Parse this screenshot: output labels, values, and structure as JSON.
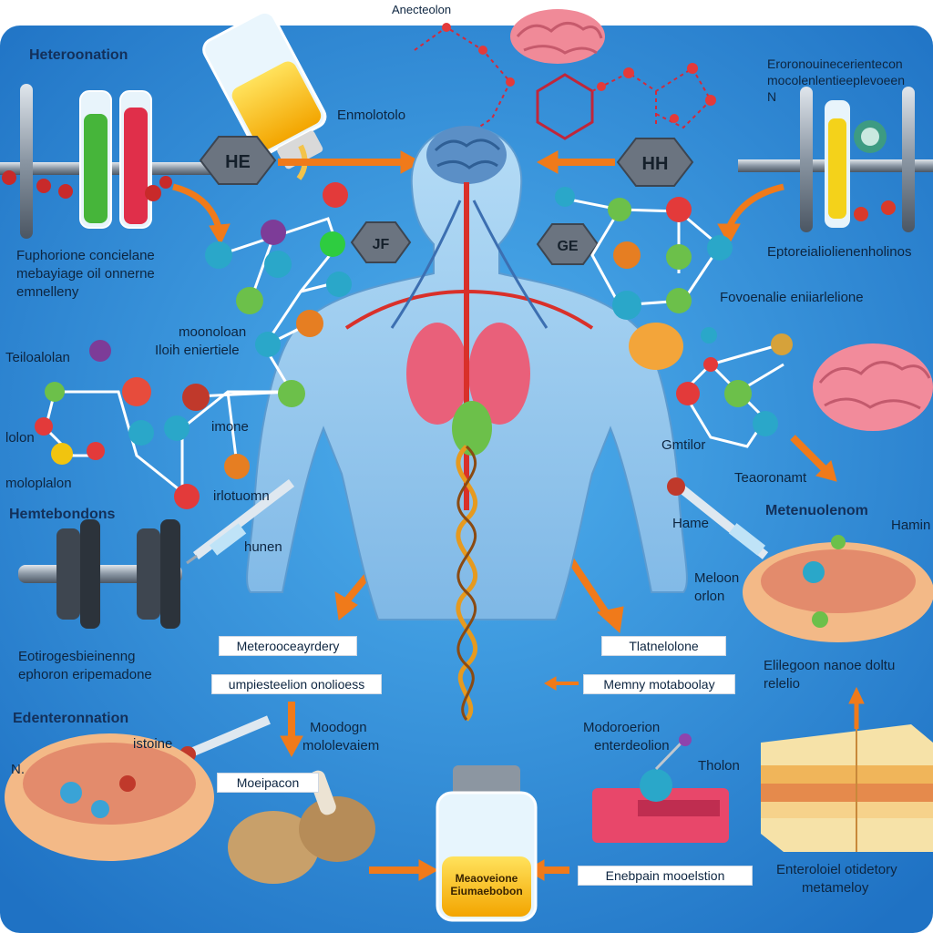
{
  "top_title": "Anecteolon",
  "hexagons": {
    "left": "HE",
    "right": "HH",
    "mid_left": "JF",
    "mid_right": "GE"
  },
  "labels": {
    "heteroonation": "Heteroonation",
    "vial_text": "Enmolotolo",
    "right_top_1": "Eroronouinecerientecon",
    "right_top_2": "mocolenlentieeplevoeen",
    "right_top_n": "N",
    "left_para_1": "Fuphorione concielane",
    "left_para_2": "mebayiage oil onnerne",
    "left_para_3": "emnelleny",
    "right_mid_1": "Eptoreialiolienenholinos",
    "right_mid_2": "Fovoenalie eniiarlelione",
    "teiloalolan": "Teiloalolan",
    "mid_left_1": "moonoloan",
    "mid_left_2": "Iloih eniertiele",
    "lolon": "lolon",
    "imone": "imone",
    "moloplalon": "moloplalon",
    "irlotuomn": "irlotuomn",
    "gmtilor": "Gmtilor",
    "teaoronamt": "Teaoronamt",
    "hembebondons": "Hemtebondons",
    "hunen": "hunen",
    "hame": "Hame",
    "metenuolenom": "Metenuolenom",
    "hamin": "Hamin",
    "melaon_1": "Meloon",
    "melaon_2": "orlon",
    "lower_left_1": "Eotirogesbieinenng",
    "lower_left_2": "ephoron eripemadone",
    "right_lower_1": "Elilegoon nanoe doltu",
    "right_lower_2": "relelio",
    "edenteronnation": "Edenteronnation",
    "istoine": "istoine",
    "n_small": "N.",
    "moodoan_1": "Moodogn",
    "moodoan_2": "mololevaiem",
    "modorcation_1": "Modoroerion",
    "modorcation_2": "enterdeolion",
    "tholon": "Tholon",
    "bottom_right_1": "Enteroloiel otidetory",
    "bottom_right_2": "metameloy"
  },
  "boxes": {
    "metenoceayrdery": "Meterooceayrdery",
    "tlatnelolone": "Tlatnelolone",
    "umpiesterion": "umpiesteelion onolioess",
    "memny": "Memny motaboolay",
    "moeipacon": "Moeipacon",
    "enebpain": "Enebpain mooelstion"
  },
  "bottom_vial": {
    "line1": "Meaoveione",
    "line2": "Eiumaebobon"
  },
  "colors": {
    "background": "#2a86d4",
    "accent_orange": "#f07a1a",
    "body_blue": "#9fcff0",
    "artery_red": "#d9302a"
  }
}
